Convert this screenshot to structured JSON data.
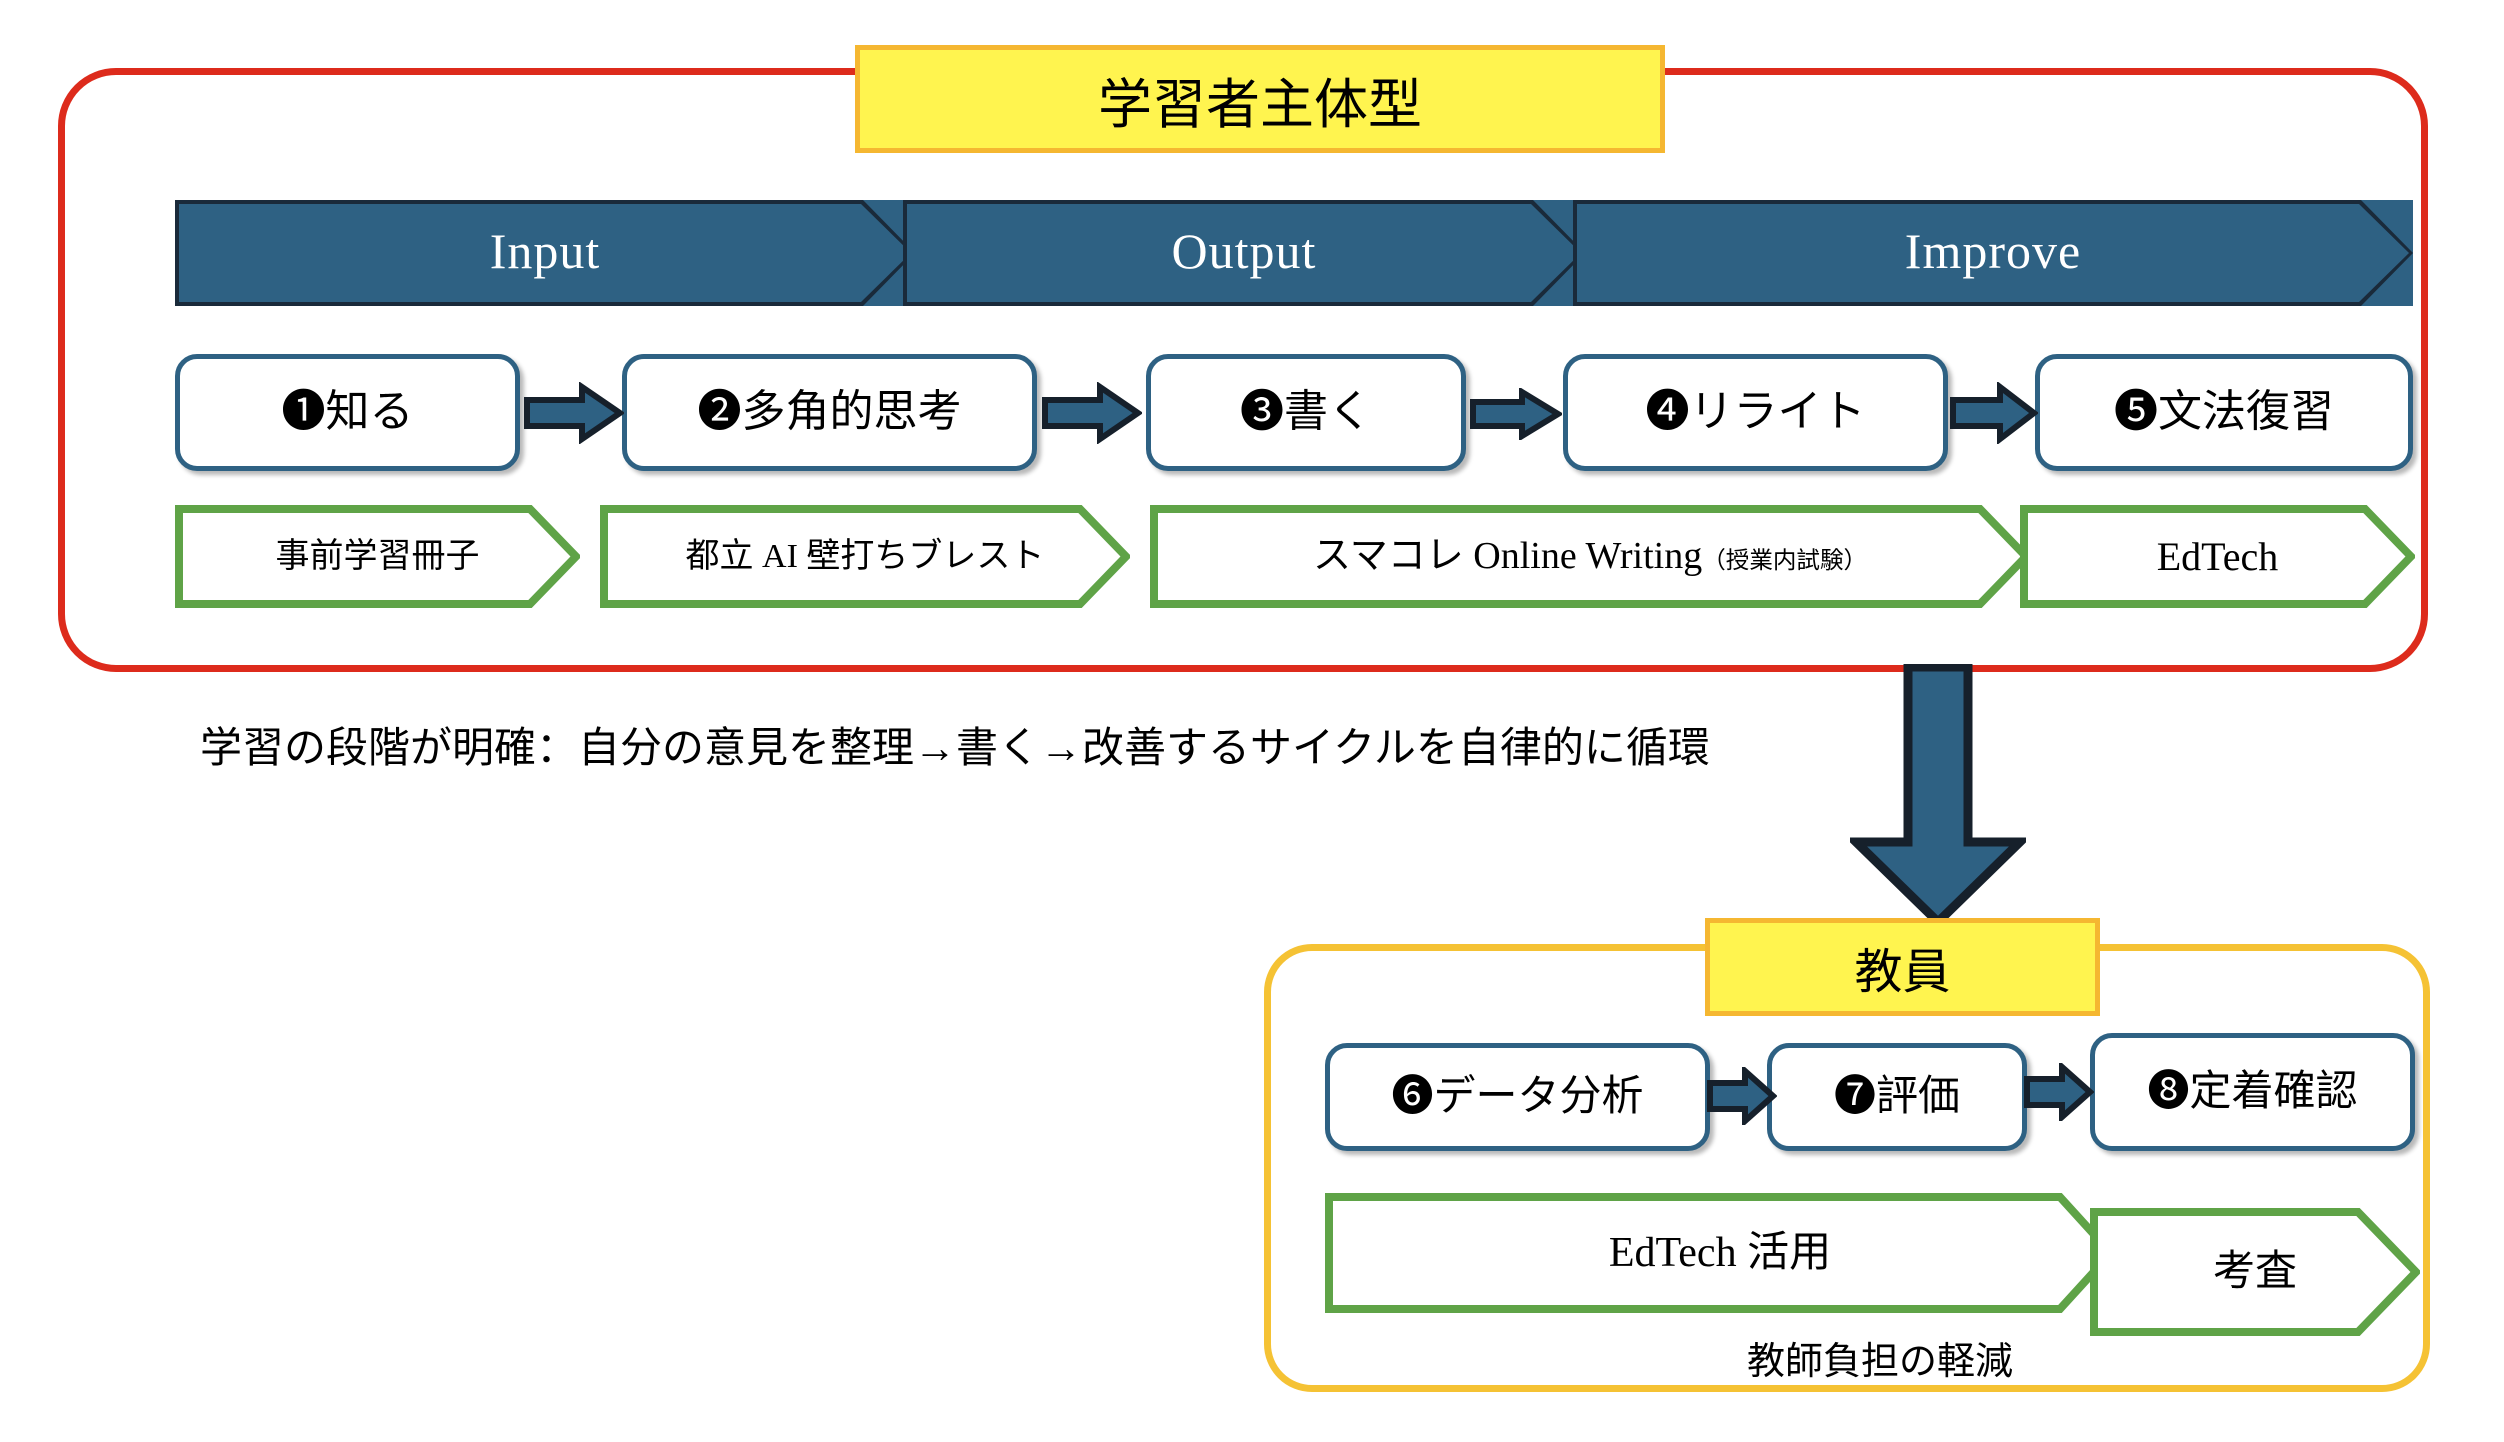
{
  "colors": {
    "learner_border": "#DD2B1C",
    "teacher_border": "#F5C234",
    "banner_fill": "#FFF44F",
    "banner_border": "#F5B731",
    "phase_fill": "#2E6183",
    "phase_outline": "#1A2A3A",
    "step_border": "#2E6183",
    "tool_border": "#5FA347",
    "arrow_fill": "#2E6183",
    "arrow_outline": "#16202B"
  },
  "learner": {
    "title": "学習者主体型",
    "phases": [
      {
        "label": "Input"
      },
      {
        "label": "Output"
      },
      {
        "label": "Improve"
      }
    ],
    "steps": [
      {
        "label": "❶知る"
      },
      {
        "label": "❷多角的思考"
      },
      {
        "label": "❸書く"
      },
      {
        "label": "❹リライト"
      },
      {
        "label": "❺文法復習"
      }
    ],
    "tools": [
      {
        "label": "事前学習冊子"
      },
      {
        "label": "都立 AI 壁打ちブレスト"
      },
      {
        "label": "スマコレ Online Writing",
        "note": "（授業内試験）"
      },
      {
        "label": "EdTech"
      }
    ],
    "caption": "学習の段階が明確：自分の意見を整理→書く→改善するサイクルを自律的に循環"
  },
  "teacher": {
    "title": "教員",
    "steps": [
      {
        "label": "❻データ分析"
      },
      {
        "label": "❼評価"
      },
      {
        "label": "❽定着確認"
      }
    ],
    "tools": [
      {
        "label": "EdTech 活用"
      },
      {
        "label": "考査"
      }
    ],
    "caption": "教師負担の軽減"
  },
  "connector": {
    "name": "down-arrow-icon"
  }
}
